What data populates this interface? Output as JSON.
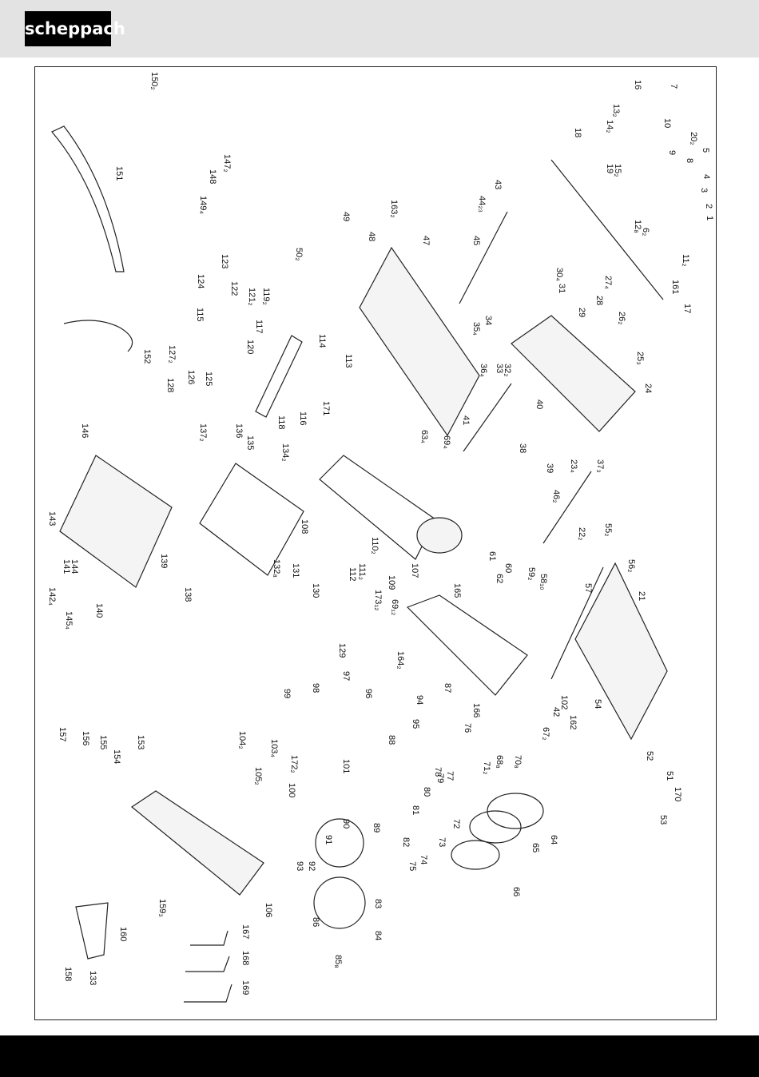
{
  "header": {
    "brand": "scheppach"
  },
  "labels": [
    "1",
    "2",
    "3",
    "4",
    "5",
    "6₂",
    "7",
    "8",
    "9",
    "10",
    "11₂",
    "12₈",
    "13₂",
    "14₂",
    "15₂",
    "16",
    "17",
    "18",
    "19",
    "20₂",
    "21",
    "22₂",
    "23₄",
    "24",
    "25₃",
    "26₂",
    "27₄",
    "28",
    "29",
    "30₄",
    "31",
    "32₂",
    "33",
    "34",
    "35₄",
    "36₄",
    "37₃",
    "38",
    "39",
    "40",
    "41",
    "42",
    "43",
    "44₂₃",
    "45",
    "46₂",
    "47",
    "48",
    "49",
    "50₂",
    "51",
    "52",
    "53",
    "54",
    "55₂",
    "56₂",
    "57",
    "58₁₀",
    "59₂",
    "60",
    "61",
    "62",
    "63₄",
    "64",
    "65",
    "66",
    "67₂",
    "68₈",
    "69₄",
    "69₁₂",
    "70₈",
    "71₂",
    "72",
    "73",
    "74",
    "75",
    "76",
    "77",
    "78",
    "79",
    "80",
    "81",
    "82",
    "83",
    "84",
    "85₈",
    "86",
    "87",
    "88",
    "89",
    "90",
    "91",
    "92",
    "93",
    "94",
    "95",
    "96",
    "97",
    "98",
    "99",
    "100",
    "101",
    "102",
    "103₄",
    "104₂",
    "105₂",
    "106",
    "107",
    "108",
    "109",
    "110₂",
    "111₂",
    "112",
    "113",
    "114",
    "115",
    "116",
    "117",
    "118",
    "119₂",
    "120",
    "121₂",
    "122",
    "123",
    "124",
    "125",
    "126",
    "127₂",
    "128",
    "129",
    "130",
    "131",
    "132₈",
    "133",
    "134₂",
    "135",
    "136",
    "137₂",
    "138",
    "139",
    "140",
    "141",
    "142₄",
    "143",
    "144",
    "145₄",
    "146",
    "147₂",
    "148",
    "149₄",
    "150₂",
    "151",
    "152",
    "153",
    "154",
    "155",
    "156",
    "157",
    "158",
    "159₃",
    "160",
    "161",
    "162",
    "163₂",
    "164₂",
    "165",
    "166",
    "167",
    "168",
    "169",
    "170",
    "171",
    "172₂",
    "173₁₂"
  ]
}
